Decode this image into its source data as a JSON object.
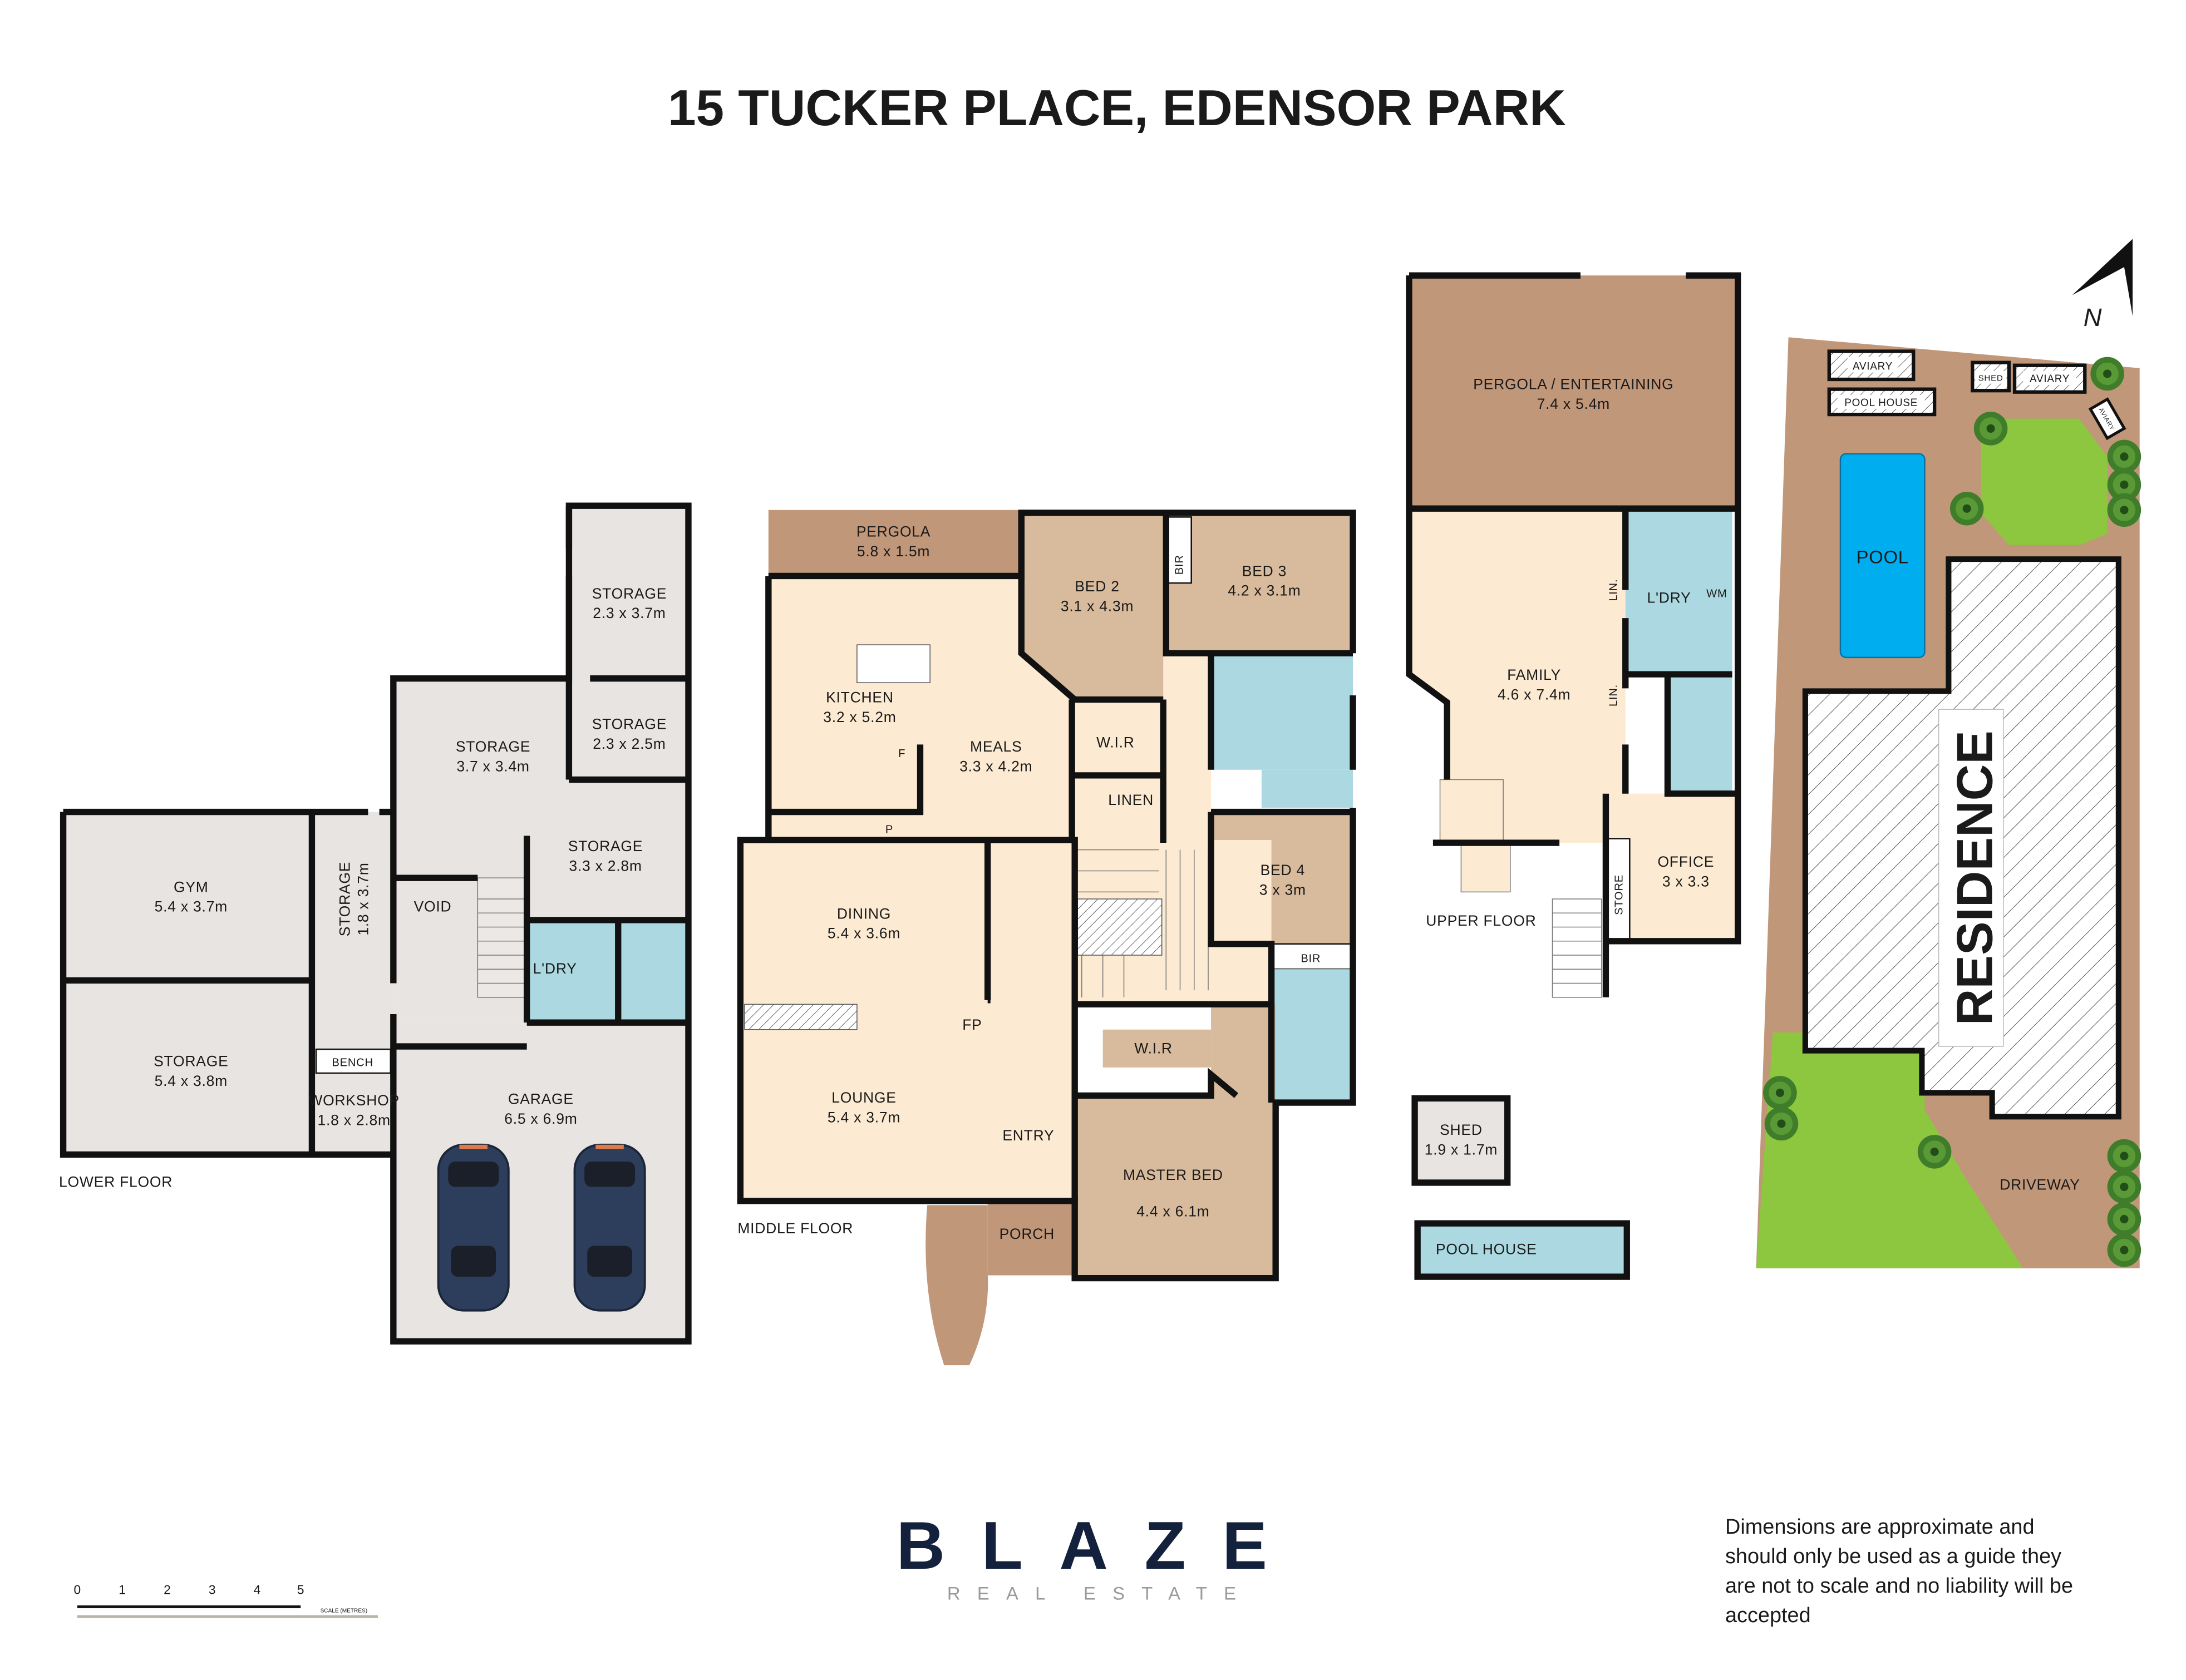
{
  "title": "15 TUCKER PLACE, EDENSOR PARK",
  "lower_floor": {
    "label": "LOWER FLOOR",
    "rooms": [
      {
        "name": "GYM",
        "dims": "5.4 x 3.7m"
      },
      {
        "name": "STORAGE",
        "dims": "5.4 x 3.8m"
      },
      {
        "name": "STORAGE",
        "dims": "1.8 x 3.7m"
      },
      {
        "name": "WORKSHOP",
        "dims": "1.8 x 2.8m"
      },
      {
        "name": "STORAGE",
        "dims": "3.7 x 3.4m"
      },
      {
        "name": "STORAGE",
        "dims": "2.3 x 3.7m"
      },
      {
        "name": "STORAGE",
        "dims": "2.3 x 2.5m"
      },
      {
        "name": "STORAGE",
        "dims": "3.3 x 2.8m"
      },
      {
        "name": "GARAGE",
        "dims": "6.5 x 6.9m"
      }
    ],
    "fixtures": {
      "void": "VOID",
      "laundry": "L'DRY",
      "bench": "BENCH"
    }
  },
  "middle_floor": {
    "label": "MIDDLE FLOOR",
    "rooms": [
      {
        "name": "PERGOLA",
        "dims": "5.8 x 1.5m"
      },
      {
        "name": "KITCHEN",
        "dims": "3.2 x 5.2m"
      },
      {
        "name": "MEALS",
        "dims": "3.3 x 4.2m"
      },
      {
        "name": "BED 2",
        "dims": "3.1 x 4.3m"
      },
      {
        "name": "BED 3",
        "dims": "4.2 x 3.1m"
      },
      {
        "name": "BED 4",
        "dims": "3 x 3m"
      },
      {
        "name": "DINING",
        "dims": "5.4 x 3.6m"
      },
      {
        "name": "LOUNGE",
        "dims": "5.4 x 3.7m"
      },
      {
        "name": "MASTER BED",
        "dims": "4.4 x 6.1m"
      }
    ],
    "fixtures": {
      "bir": "BIR",
      "wir": "W.I.R",
      "linen": "LINEN",
      "fridge": "F",
      "pantry": "P",
      "fireplace": "FP",
      "entry": "ENTRY",
      "porch": "PORCH",
      "bir2": "BIR",
      "wir2": "W.I.R"
    }
  },
  "upper_floor": {
    "label": "UPPER FLOOR",
    "rooms": [
      {
        "name": "PERGOLA / ENTERTAINING",
        "dims": "7.4 x 5.4m"
      },
      {
        "name": "FAMILY",
        "dims": "4.6 x 7.4m"
      },
      {
        "name": "OFFICE",
        "dims": "3 x 3.3"
      }
    ],
    "fixtures": {
      "laundry": "L'DRY",
      "wm": "WM",
      "lin1": "LIN.",
      "lin2": "LIN.",
      "store": "STORE"
    }
  },
  "outbuildings": [
    {
      "name": "SHED",
      "dims": "1.9 x 1.7m"
    },
    {
      "name": "POOL HOUSE"
    }
  ],
  "site_plan": {
    "residence": "RESIDENCE",
    "pool": "POOL",
    "driveway": "DRIVEWAY",
    "aviary_1": "AVIARY",
    "pool_house": "POOL HOUSE",
    "shed": "SHED",
    "aviary_2": "AVIARY",
    "aviary_3": "AVIARY",
    "north": "N"
  },
  "scale_bar": {
    "ticks": [
      "0",
      "1",
      "2",
      "3",
      "4",
      "5"
    ],
    "label": "SCALE (METRES)"
  },
  "brand": {
    "name": "BLAZE",
    "tagline": "REAL ESTATE",
    "color": "#14213d"
  },
  "disclaimer": [
    "Dimensions are approximate and",
    "should only be used as a guide they",
    "are not to scale and no liability will be",
    "accepted"
  ],
  "colors": {
    "wall": "#111111",
    "storage": "#e8e4e2",
    "living": "#fcebd2",
    "bedroom": "#d8bb9c",
    "outdoor": "#c1977a",
    "wet_area": "#acd9e1",
    "pool": "#00aeef",
    "lawn": "#8dc63f"
  }
}
